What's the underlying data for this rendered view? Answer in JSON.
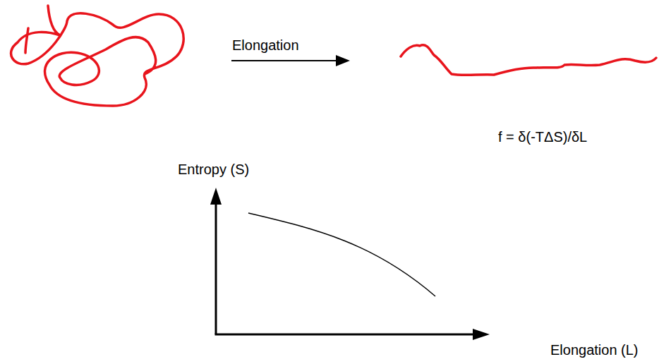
{
  "diagram": {
    "labels": [
      "Elongation",
      "Entropy (S)",
      "f = δ(-TΔS)/δL",
      "Elongation (L)"
    ]
  }
}
